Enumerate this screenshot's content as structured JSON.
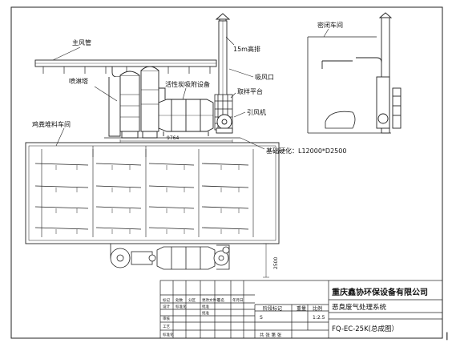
{
  "labels": {
    "main_duct": "主风管",
    "stack": "15m高排",
    "sealed_room": "密闭车间",
    "spray_tower": "喷淋塔",
    "carbon_adsorber": "活性炭吸附设备",
    "suction_port": "吸风口",
    "sampling_platform": "取样平台",
    "fan": "引风机",
    "manure_room": "鸡粪堆料车间",
    "foundation": "基础硬化：L12000*D2500"
  },
  "dimensions": {
    "width_label": "9764",
    "depth_label": "2500"
  },
  "title_block": {
    "company": "重庆鑫协环保设备有限公司",
    "system_name": "恶臭废气处理系统",
    "drawing_no": "FQ-EC-25K(总成图）",
    "stage_mark": "阶段标记",
    "weight": "重量",
    "scale_label": "比例",
    "scale": "1:2.5",
    "sheet_info": "共  张  第  张",
    "stage_value": "S",
    "header_cells": [
      "标记",
      "处数",
      "分区",
      "更改文件号",
      "签名",
      "年月日"
    ],
    "roles": [
      "设计",
      "审核",
      "工艺",
      "标准化"
    ],
    "role_extra": [
      "批准",
      "标准化",
      "批准"
    ],
    "bottom_marker": "|"
  }
}
